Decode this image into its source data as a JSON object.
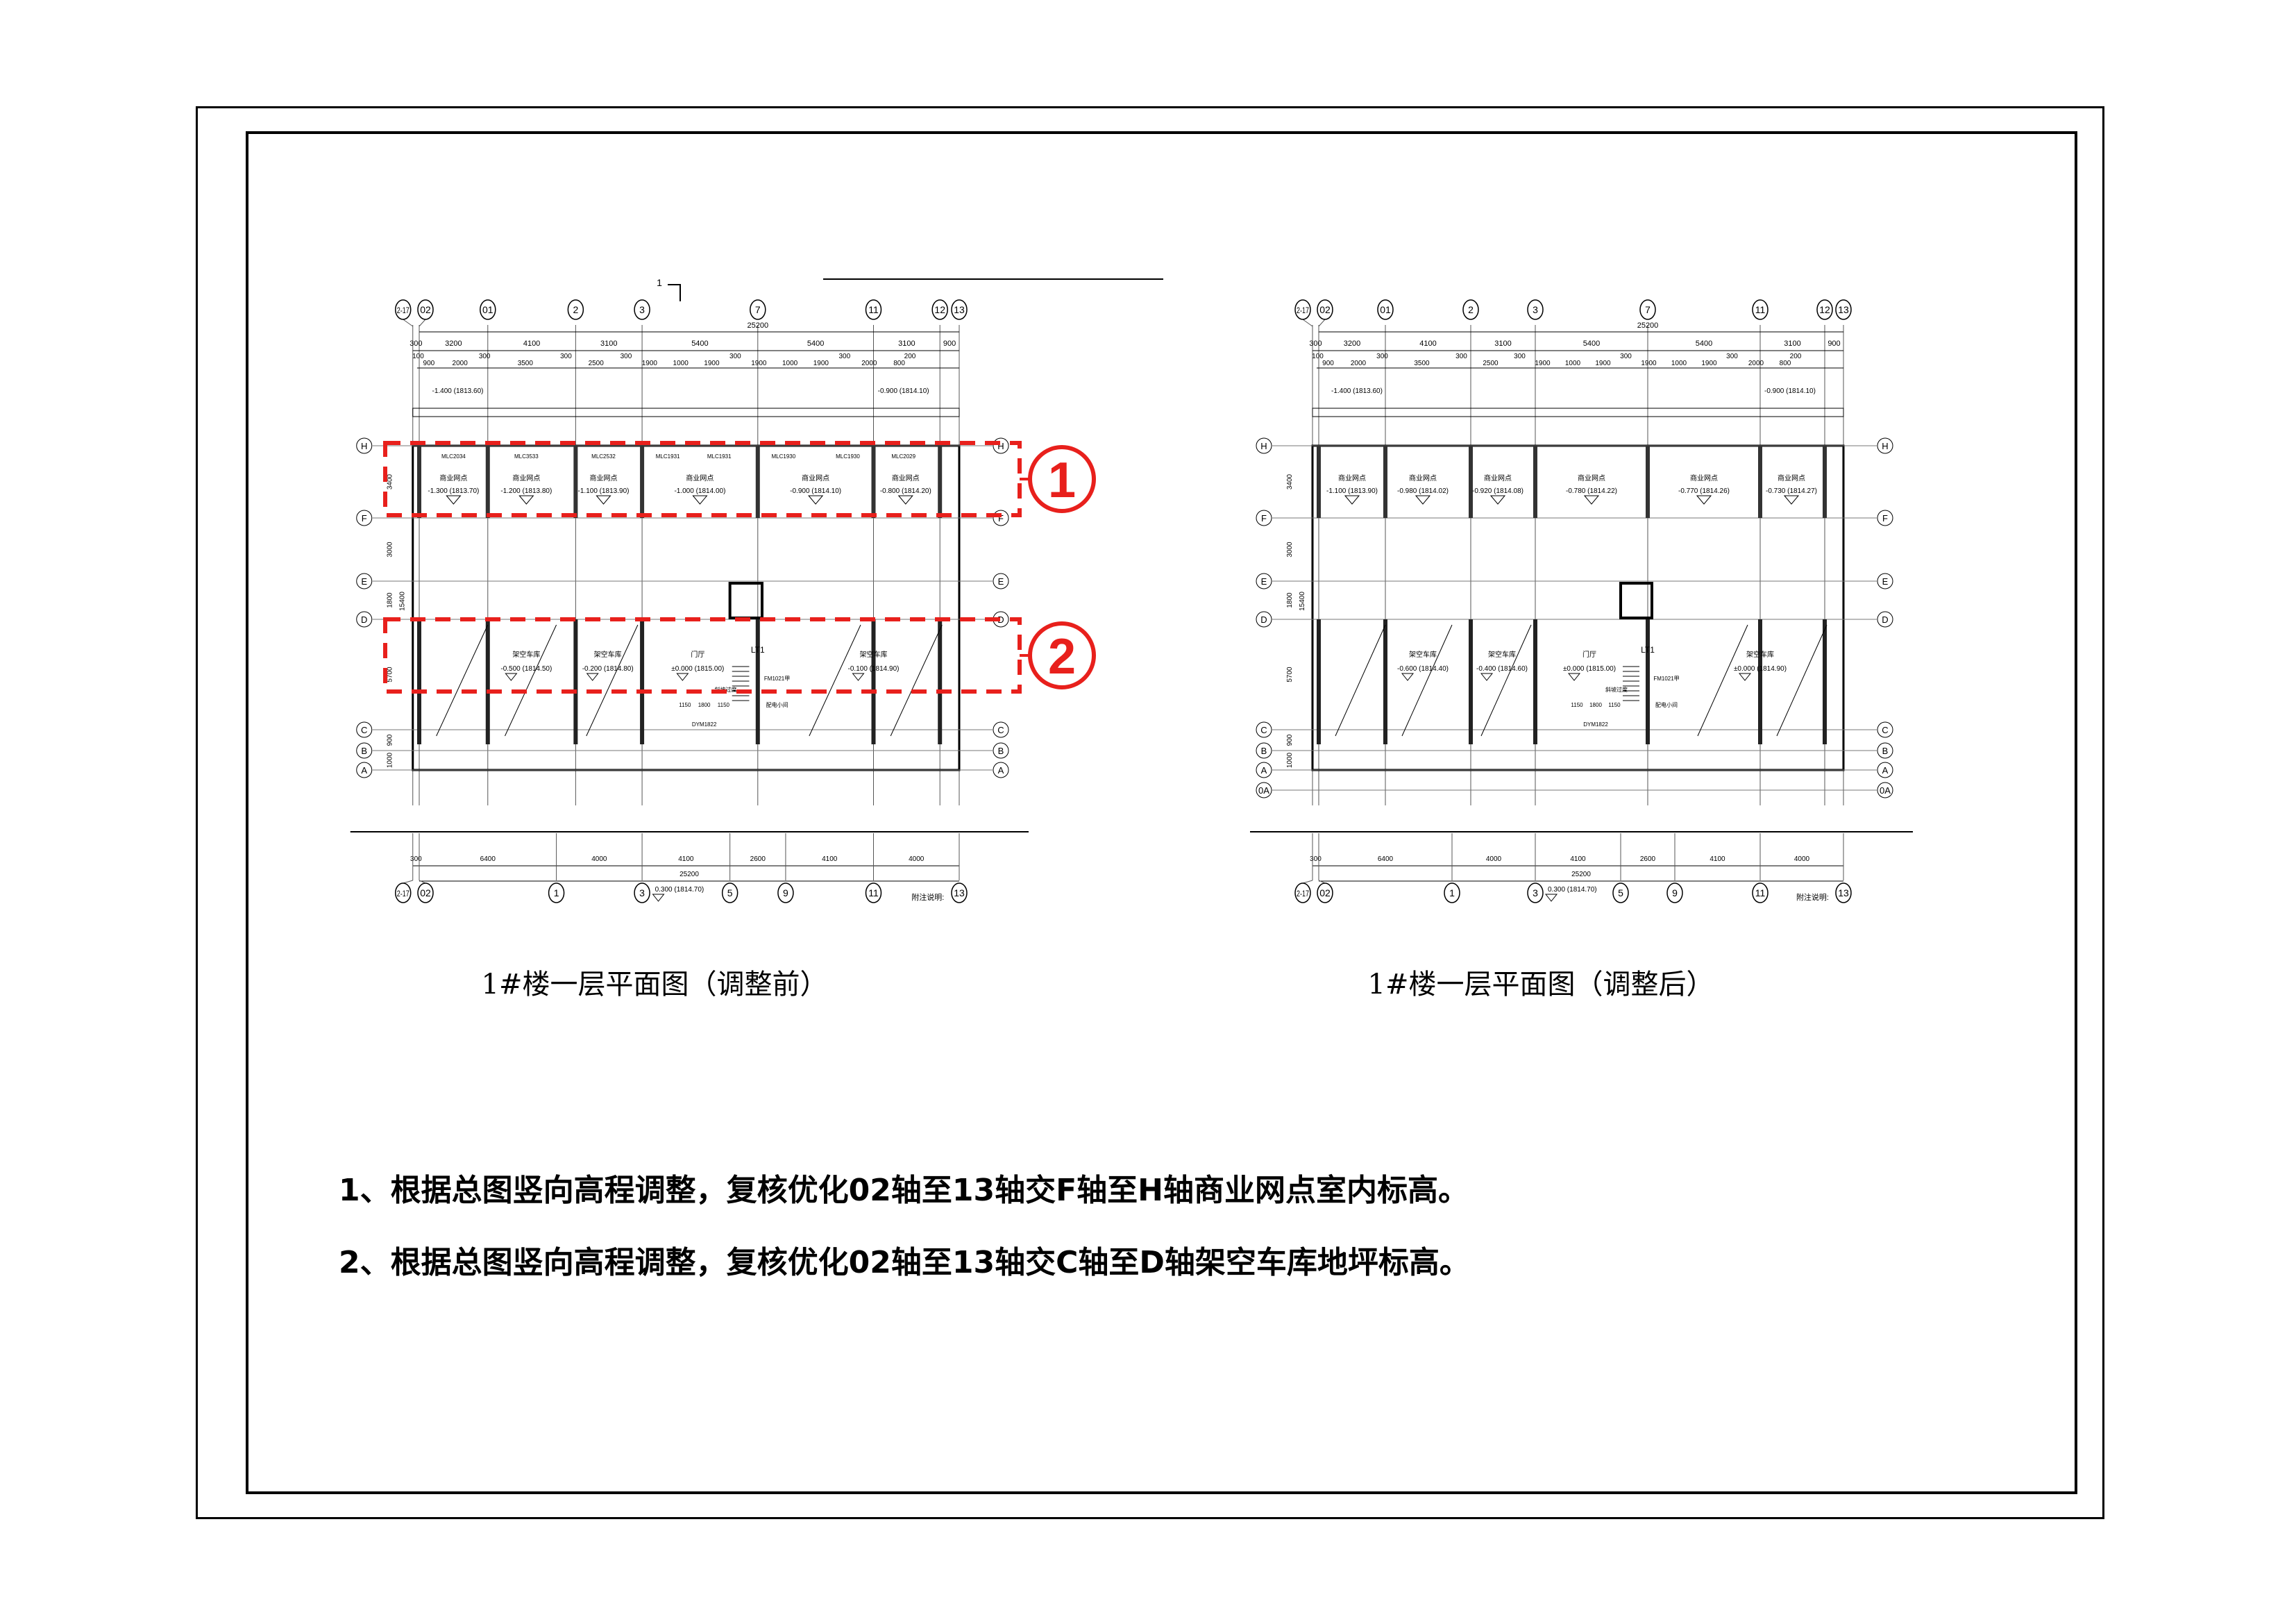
{
  "section_marker": "1",
  "colors": {
    "markup_red": "#e8201c",
    "line": "#000000"
  },
  "markups": [
    "1",
    "2"
  ],
  "plans": [
    {
      "caption": "1#楼一层平面图（调整前）",
      "top_axes": [
        "2-17",
        "02",
        "01",
        "2",
        "3",
        "7",
        "11",
        "12",
        "13"
      ],
      "total_dim": "25200",
      "top_dims": [
        "300",
        "3200",
        "4100",
        "3100",
        "5400",
        "5400",
        "3100",
        "900"
      ],
      "detail_dims": [
        "100",
        "900",
        "2000",
        "300",
        "3500",
        "300",
        "2500",
        "300",
        "1900",
        "1000",
        "1900",
        "300",
        "1900",
        "1000",
        "1900",
        "300",
        "2000",
        "800",
        "200"
      ],
      "top_elev_left": "-1.400 (1813.60)",
      "top_elev_right": "-0.900 (1814.10)",
      "windows": [
        "MLC2034",
        "MLC3533",
        "MLC2532",
        "MLC1931",
        "MLC1931",
        "MLC1930",
        "MLC1930",
        "MLC2029"
      ],
      "shops": [
        {
          "name": "商业网点",
          "elev": "-1.300 (1813.70)"
        },
        {
          "name": "商业网点",
          "elev": "-1.200 (1813.80)"
        },
        {
          "name": "商业网点",
          "elev": "-1.100 (1813.90)"
        },
        {
          "name": "商业网点",
          "elev": "-1.000 (1814.00)"
        },
        {
          "name": "商业网点",
          "elev": "-0.900 (1814.10)"
        },
        {
          "name": "商业网点",
          "elev": "-0.800 (1814.20)"
        }
      ],
      "garages": [
        {
          "name": "架空车库",
          "elev": "-0.500 (1814.50)"
        },
        {
          "name": "架空车库",
          "elev": "-0.200 (1814.80)"
        },
        {
          "name": "门厅",
          "elev": "±0.000 (1815.00)"
        },
        {
          "name": "架空车库",
          "elev": "-0.100 (1814.90)"
        }
      ],
      "core_labels": [
        "LT1",
        "FM1021甲",
        "配电小间",
        "斜坡过度",
        "DYM1822",
        "1150",
        "1800",
        "1150"
      ],
      "rows": [
        "H",
        "F",
        "E",
        "D",
        "C",
        "B",
        "A"
      ],
      "side_dims": [
        "3400",
        "3000",
        "1800",
        "5700",
        "900",
        "1000",
        "15400"
      ],
      "bottom_axes": [
        "2-17",
        "02",
        "1",
        "3",
        "5",
        "9",
        "11",
        "13"
      ],
      "bottom_dims": [
        "300",
        "6400",
        "4000",
        "4100",
        "2600",
        "4100",
        "4000"
      ],
      "bottom_total": "25200",
      "bottom_elev": "0.300 (1814.70)",
      "note_label": "附注说明:"
    },
    {
      "caption": "1#楼一层平面图（调整后）",
      "top_axes": [
        "2-17",
        "02",
        "01",
        "2",
        "3",
        "7",
        "11",
        "12",
        "13"
      ],
      "total_dim": "25200",
      "top_dims": [
        "300",
        "3200",
        "4100",
        "3100",
        "5400",
        "5400",
        "3100",
        "900"
      ],
      "detail_dims": [
        "100",
        "900",
        "2000",
        "300",
        "3500",
        "300",
        "2500",
        "300",
        "1900",
        "1000",
        "1900",
        "300",
        "1900",
        "1000",
        "1900",
        "300",
        "2000",
        "800",
        "200"
      ],
      "top_elev_left": "-1.400 (1813.60)",
      "top_elev_right": "-0.900 (1814.10)",
      "windows": [],
      "shops": [
        {
          "name": "商业网点",
          "elev": "-1.100 (1813.90)"
        },
        {
          "name": "商业网点",
          "elev": "-0.980 (1814.02)"
        },
        {
          "name": "商业网点",
          "elev": "-0.920 (1814.08)"
        },
        {
          "name": "商业网点",
          "elev": "-0.780 (1814.22)"
        },
        {
          "name": "商业网点",
          "elev": "-0.770 (1814.26)"
        },
        {
          "name": "商业网点",
          "elev": "-0.730 (1814.27)"
        }
      ],
      "garages": [
        {
          "name": "架空车库",
          "elev": "-0.600 (1814.40)"
        },
        {
          "name": "架空车库",
          "elev": "-0.400 (1814.60)"
        },
        {
          "name": "门厅",
          "elev": "±0.000 (1815.00)"
        },
        {
          "name": "架空车库",
          "elev": "±0.000 (1814.90)"
        }
      ],
      "core_labels": [
        "LT1",
        "FM1021甲",
        "配电小间",
        "斜坡过度",
        "DYM1822",
        "1150",
        "1800",
        "1150"
      ],
      "rows": [
        "H",
        "F",
        "E",
        "D",
        "C",
        "B",
        "A",
        "0A"
      ],
      "side_dims": [
        "3400",
        "3000",
        "1800",
        "5700",
        "900",
        "1000",
        "15400"
      ],
      "bottom_axes": [
        "2-17",
        "02",
        "1",
        "3",
        "5",
        "9",
        "11",
        "13"
      ],
      "bottom_dims": [
        "300",
        "6400",
        "4000",
        "4100",
        "2600",
        "4100",
        "4000"
      ],
      "bottom_total": "25200",
      "bottom_elev": "0.300 (1814.70)",
      "note_label": "附注说明:"
    }
  ],
  "notes": [
    "1、根据总图竖向高程调整，复核优化02轴至13轴交F轴至H轴商业网点室内标高。",
    "2、根据总图竖向高程调整，复核优化02轴至13轴交C轴至D轴架空车库地坪标高。"
  ]
}
